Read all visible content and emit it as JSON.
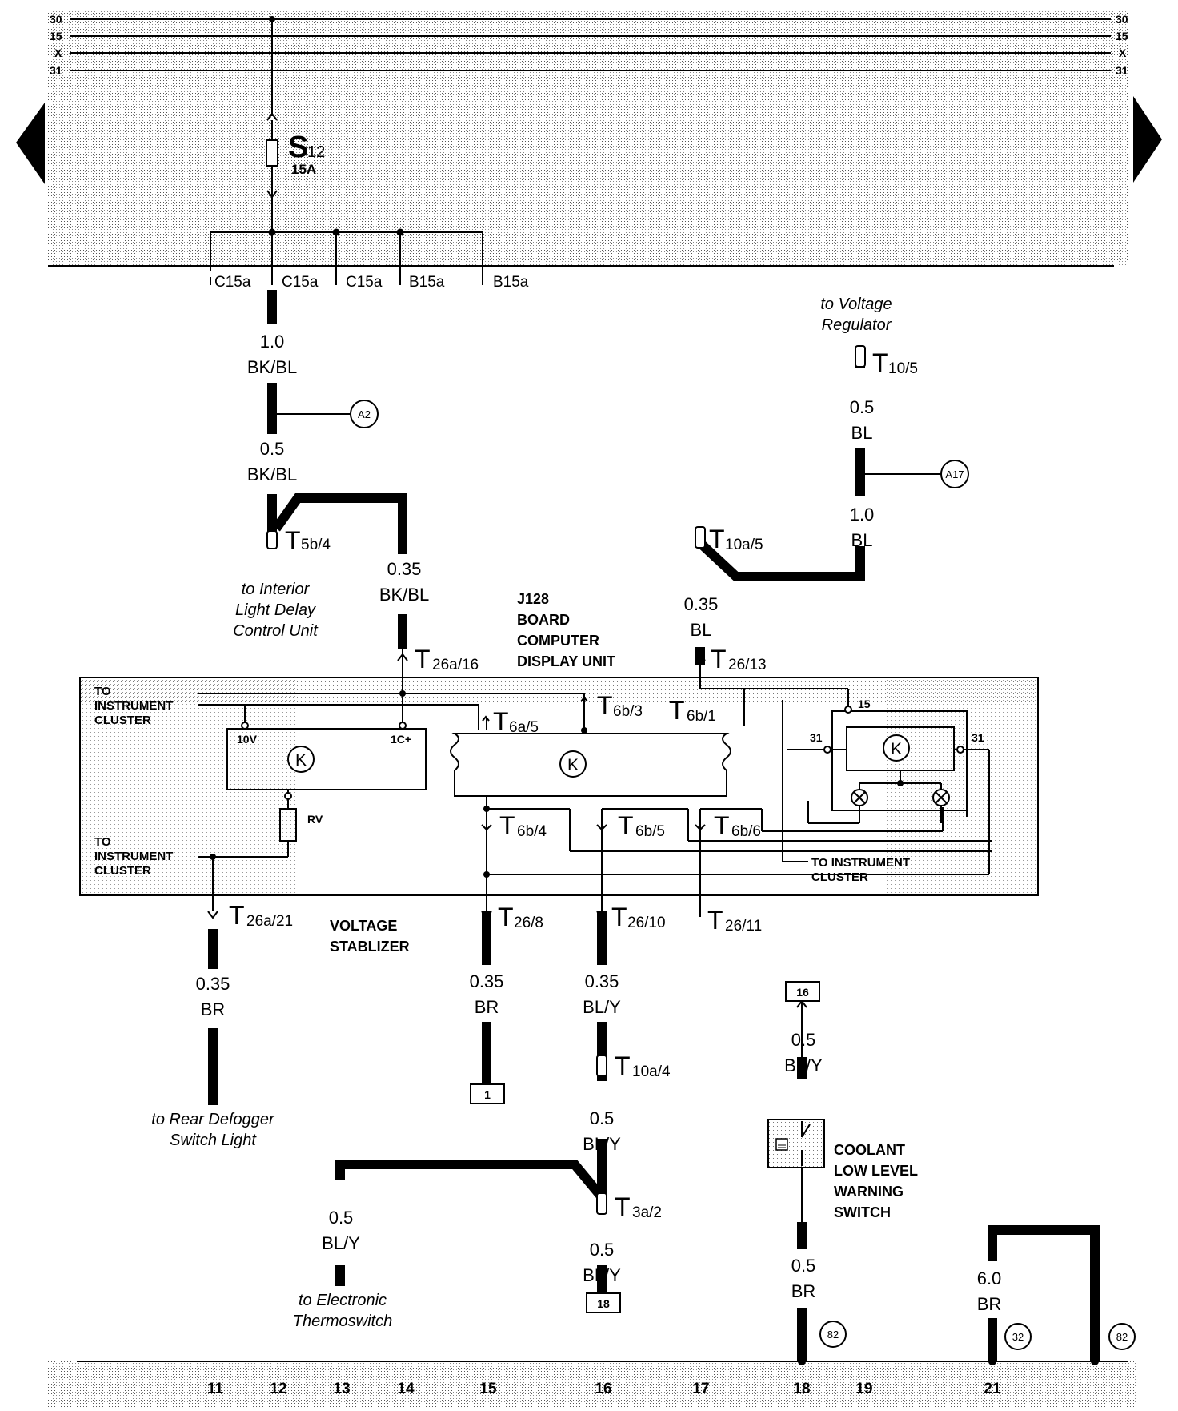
{
  "bus_lines": {
    "left": [
      "30",
      "15",
      "X",
      "31"
    ],
    "right": [
      "30",
      "15",
      "X",
      "31"
    ]
  },
  "fuse": {
    "name": "S",
    "sub": "12",
    "rating": "15A"
  },
  "fuse_terminals": [
    "C15a",
    "C15a",
    "C15a",
    "B15a",
    "B15a"
  ],
  "wires": {
    "w1": {
      "size": "1.0",
      "color": "BK/BL"
    },
    "w2": {
      "size": "0.5",
      "color": "BK/BL"
    },
    "w3": {
      "size": "0.35",
      "color": "BK/BL"
    },
    "w4": {
      "size": "0.5",
      "color": "BL"
    },
    "w5": {
      "size": "1.0",
      "color": "BL"
    },
    "w6": {
      "size": "0.35",
      "color": "BL"
    },
    "w7": {
      "size": "0.35",
      "color": "BR"
    },
    "w8": {
      "size": "0.35",
      "color": "BR"
    },
    "w9": {
      "size": "0.35",
      "color": "BL/Y"
    },
    "w10": {
      "size": "0.5",
      "color": "BL/Y"
    },
    "w11": {
      "size": "0.5",
      "color": "BL/Y"
    },
    "w12": {
      "size": "0.5",
      "color": "BL/Y"
    },
    "w13": {
      "size": "0.5",
      "color": "BL/Y"
    },
    "w14": {
      "size": "0.5",
      "color": "BR"
    },
    "w15": {
      "size": "6.0",
      "color": "BR"
    }
  },
  "connectors": {
    "t5b4": {
      "main": "T",
      "sub": "5b/4"
    },
    "t10_5": {
      "main": "T",
      "sub": "10/5"
    },
    "t10a5": {
      "main": "T",
      "sub": "10a/5"
    },
    "t26a16": {
      "main": "T",
      "sub": "26a/16"
    },
    "t26_13": {
      "main": "T",
      "sub": "26/13"
    },
    "t6a5": {
      "main": "T",
      "sub": "6a/5"
    },
    "t6b3": {
      "main": "T",
      "sub": "6b/3"
    },
    "t6b1": {
      "main": "T",
      "sub": "6b/1"
    },
    "t6b4": {
      "main": "T",
      "sub": "6b/4"
    },
    "t6b5": {
      "main": "T",
      "sub": "6b/5"
    },
    "t6b6": {
      "main": "T",
      "sub": "6b/6"
    },
    "t26a21": {
      "main": "T",
      "sub": "26a/21"
    },
    "t26_8": {
      "main": "T",
      "sub": "26/8"
    },
    "t26_10": {
      "main": "T",
      "sub": "26/10"
    },
    "t26_11": {
      "main": "T",
      "sub": "26/11"
    },
    "t10a4": {
      "main": "T",
      "sub": "10a/4"
    },
    "t3a2": {
      "main": "T",
      "sub": "3a/2"
    }
  },
  "ref_circles": {
    "a2": "A2",
    "a17": "A17",
    "c82a": "82",
    "c32": "32",
    "c82b": "82"
  },
  "ref_boxes": {
    "b1": "1",
    "b16": "16",
    "b18": "18"
  },
  "destinations": {
    "interior": [
      "to Interior",
      "Light Delay",
      "Control Unit"
    ],
    "voltage_reg": [
      "to Voltage",
      "Regulator"
    ],
    "rear_defogger": [
      "to Rear Defogger",
      "Switch Light"
    ],
    "thermoswitch": [
      "to Electronic",
      "Thermoswitch"
    ]
  },
  "component_labels": {
    "j128": [
      "J128",
      "BOARD",
      "COMPUTER",
      "DISPLAY UNIT"
    ],
    "voltage_stab": [
      "VOLTAGE",
      "STABLIZER"
    ],
    "coolant": [
      "COOLANT",
      "LOW LEVEL",
      "WARNING",
      "SWITCH"
    ],
    "to_ic_1": [
      "TO",
      "INSTRUMENT",
      "CLUSTER"
    ],
    "to_ic_2": [
      "TO",
      "INSTRUMENT",
      "CLUSTER"
    ],
    "to_ic_3": [
      "TO INSTRUMENT",
      "CLUSTER"
    ]
  },
  "internal": {
    "k": "K",
    "ten_v": "10V",
    "one_c": "1C+",
    "rv": "RV",
    "p15": "15",
    "p31a": "31",
    "p31b": "31"
  },
  "grid_numbers": [
    "11",
    "12",
    "13",
    "14",
    "15",
    "16",
    "17",
    "18",
    "19",
    "21"
  ]
}
